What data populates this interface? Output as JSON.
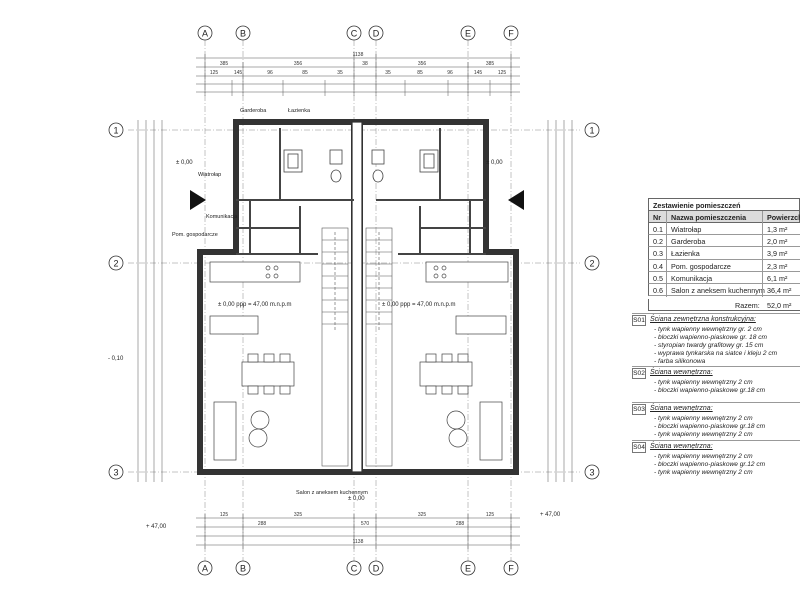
{
  "grid": {
    "columns": [
      "A",
      "B",
      "C",
      "D",
      "E",
      "F"
    ],
    "rows": [
      "1",
      "2",
      "3"
    ]
  },
  "levels": {
    "floor": "± 0,00 ppp = 47,00 m.n.p.m",
    "zero": "± 0,00",
    "minus": "- 0,10",
    "plus": "+ 47,00"
  },
  "plan_labels": {
    "garderoba": "Garderoba",
    "lazienka": "Łazienka",
    "wiatrolap": "Wiatrołap",
    "komunikacja": "Komunikacja",
    "pom_gosp": "Pom. gospodarcze",
    "salon": "Salon z aneksem kuchennym"
  },
  "dims": {
    "overall": "1138",
    "row2": [
      "385",
      "356",
      "38",
      "356",
      "385"
    ],
    "row3": [
      "125",
      "145",
      "96",
      "85",
      "35",
      "35",
      "85",
      "96",
      "145",
      "125"
    ],
    "bottom1": [
      "125",
      "325",
      "325",
      "125"
    ],
    "bottom2": [
      "288",
      "570",
      "288"
    ]
  },
  "table": {
    "title": "Zestawienie pomieszczeń",
    "headers": {
      "nr": "Nr",
      "name": "Nazwa pomieszczenia",
      "area": "Powierzchnia"
    },
    "rows": [
      {
        "nr": "0.1",
        "name": "Wiatrołap",
        "area": "1,3 m²"
      },
      {
        "nr": "0.2",
        "name": "Garderoba",
        "area": "2,0 m²"
      },
      {
        "nr": "0.3",
        "name": "Łazienka",
        "area": "3,9 m²"
      },
      {
        "nr": "0.4",
        "name": "Pom. gospodarcze",
        "area": "2,3 m²"
      },
      {
        "nr": "0.5",
        "name": "Komunikacja",
        "area": "6,1 m²"
      },
      {
        "nr": "0.6",
        "name": "Salon z aneksem kuchennym",
        "area": "36,4 m²"
      }
    ],
    "total_label": "Razem:",
    "total_value": "52,0 m²"
  },
  "walls": [
    {
      "code": "S01",
      "title": "Ściana zewnętrzna konstrukcyjna:",
      "layers": [
        "- tynk wapienny wewnętrzny gr. 2 cm",
        "- bloczki wapienno-piaskowe gr. 18 cm",
        "- styropian twardy grafitowy gr. 15 cm",
        "- wyprawa tynkarska na siatce i kleju 2 cm",
        "- farba silikonowa"
      ]
    },
    {
      "code": "S02",
      "title": "Ściana wewnętrzna:",
      "layers": [
        "- tynk wapienny wewnętrzny 2 cm",
        "- bloczki wapienno-piaskowe gr.18 cm"
      ]
    },
    {
      "code": "S03",
      "title": "Ściana wewnętrzna:",
      "layers": [
        "- tynk wapienny wewnętrzny 2 cm",
        "- bloczki wapienno-piaskowe gr.18 cm",
        "- tynk wapienny wewnętrzny 2 cm"
      ]
    },
    {
      "code": "S04",
      "title": "Ściana wewnętrzna:",
      "layers": [
        "- tynk wapienny wewnętrzny 2 cm",
        "- bloczki wapienno-piaskowe gr.12 cm",
        "- tynk wapienny wewnętrzny 2 cm"
      ]
    }
  ]
}
